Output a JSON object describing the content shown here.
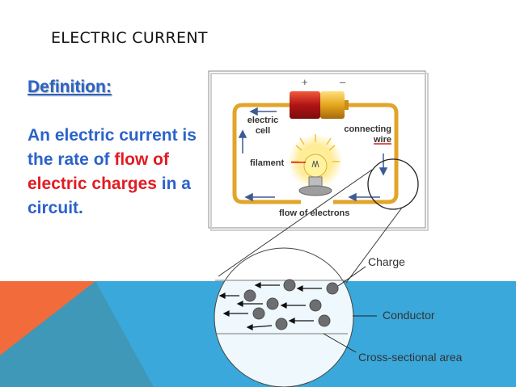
{
  "slide": {
    "title": "ELECTRIC CURRENT",
    "definition_heading": "Definition:",
    "definition_parts": [
      {
        "text": "An electric current is the rate of ",
        "color": "#2b63c9"
      },
      {
        "text": "flow of electric charges",
        "color": "#e11b22"
      },
      {
        "text": " in a circuit.",
        "color": "#2b63c9"
      }
    ]
  },
  "circuit": {
    "labels": {
      "electric_cell": "electric cell",
      "connecting_wire": "connecting wire",
      "filament": "filament",
      "flow_of_electrons": "flow of electrons"
    },
    "signs": {
      "plus": "+",
      "minus": "–"
    }
  },
  "conductor": {
    "labels": {
      "charge": "Charge",
      "conductor": "Conductor",
      "cross_section": "Cross-sectional area"
    }
  },
  "colors": {
    "band_light": "#3aa8da",
    "band_dark": "#1f6f99",
    "triangle_orange": "#f26b3a",
    "triangle_teal": "#3f98b7",
    "wire": "#e0a52a",
    "charge_dot": "#6d6e70"
  }
}
